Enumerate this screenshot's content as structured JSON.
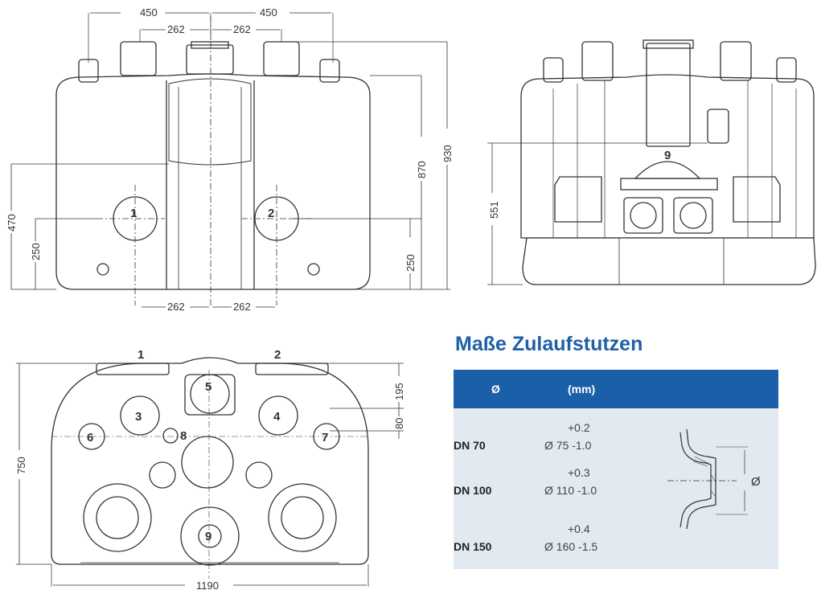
{
  "front_view": {
    "dims": {
      "top_width_left": "450",
      "top_width_right": "450",
      "inlet_spacing_left": "262",
      "inlet_spacing_right": "262",
      "height_total": "930",
      "height_870": "870",
      "height_470": "470",
      "height_250_left": "250",
      "height_250_right": "250",
      "bottom_spacing_left": "262",
      "bottom_spacing_right": "262"
    },
    "inlets": [
      "1",
      "2"
    ]
  },
  "side_view": {
    "dims": {
      "height_551": "551"
    },
    "label": "9"
  },
  "top_view": {
    "labels": [
      "1",
      "2",
      "3",
      "4",
      "5",
      "6",
      "7",
      "8",
      "9"
    ],
    "dims": {
      "width": "1190",
      "depth": "750",
      "dim_195": "195",
      "dim_80": "80"
    }
  },
  "table": {
    "title": "Maße Zulaufstutzen",
    "headers": [
      "Ø",
      "(mm)"
    ],
    "rows": [
      {
        "dn": "DN 70",
        "tol": "+0.2",
        "diameter": "Ø 75 -1.0"
      },
      {
        "dn": "DN 100",
        "tol": "+0.3",
        "diameter": "Ø 110 -1.0"
      },
      {
        "dn": "DN 150",
        "tol": "+0.4",
        "diameter": "Ø 160 -1.5"
      }
    ],
    "diagram_symbol": "Ø"
  },
  "colors": {
    "accent": "#1a5fa8",
    "table_bg": "#e2e9f0",
    "line": "#333333"
  }
}
